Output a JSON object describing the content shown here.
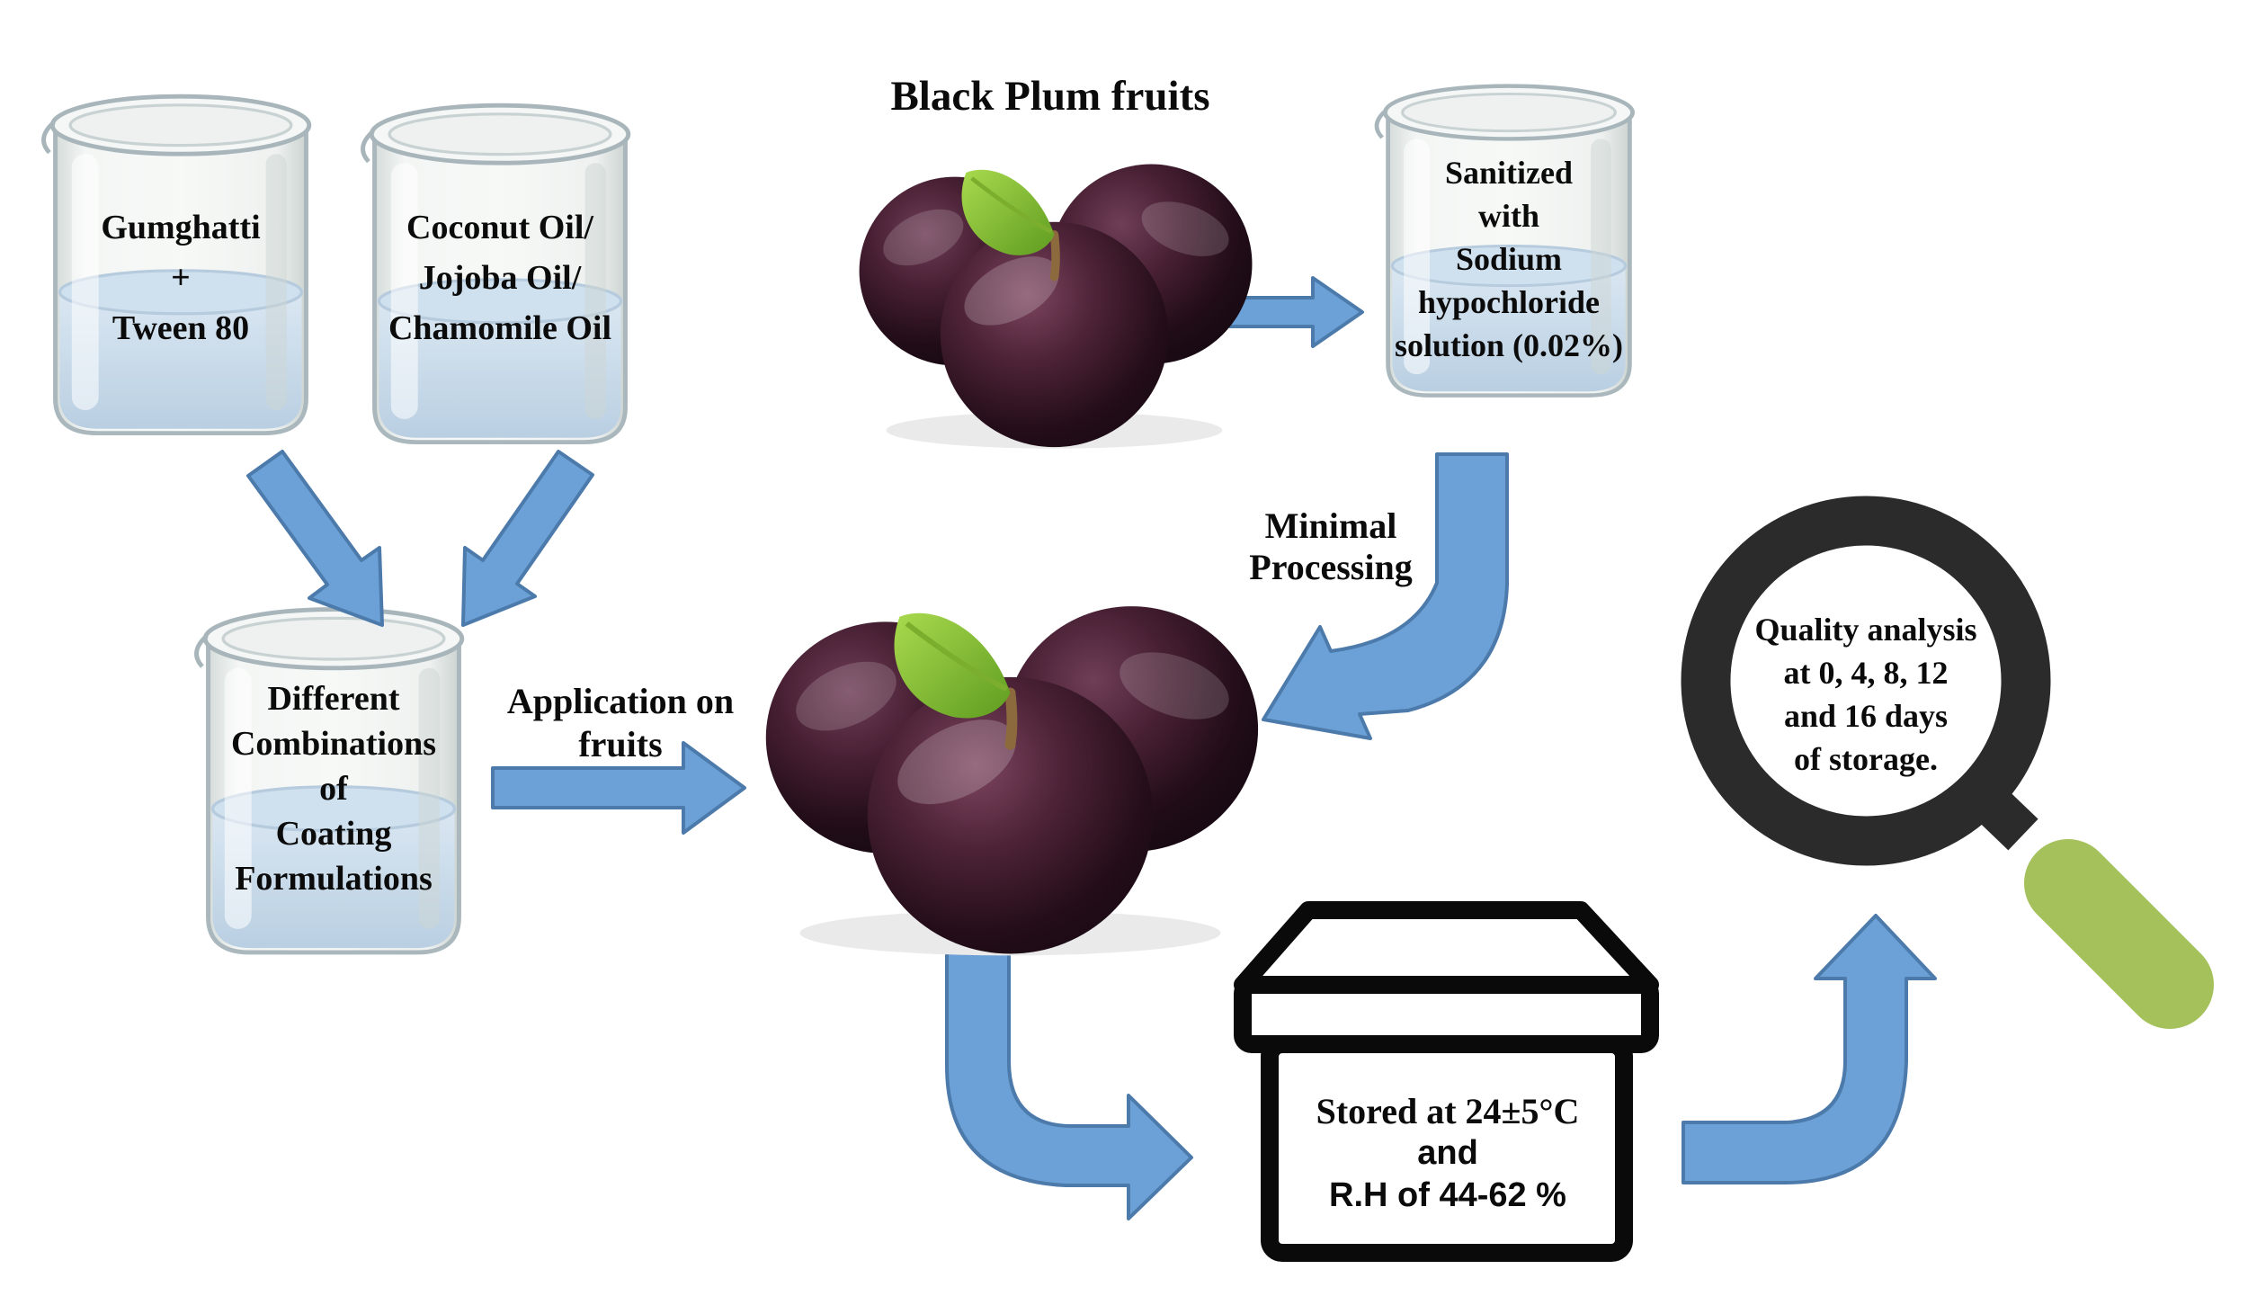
{
  "figure": {
    "title": "Black Plum fruits"
  },
  "beakers": {
    "gum_tween": {
      "lines": [
        "Gumghatti",
        "+",
        "Tween 80"
      ]
    },
    "oils": {
      "lines": [
        "Coconut Oil/",
        "Jojoba Oil/",
        "Chamomile Oil"
      ]
    },
    "formulations": {
      "lines": [
        "Different",
        "Combinations",
        "of",
        "Coating",
        "Formulations"
      ]
    },
    "sanitizer": {
      "lines": [
        "Sanitized",
        "with",
        "Sodium",
        "hypochloride",
        "solution (0.02%)"
      ]
    }
  },
  "arrow_labels": {
    "application": {
      "lines": [
        "Application on",
        "fruits"
      ]
    },
    "minimal_processing": {
      "lines": [
        "Minimal",
        "Processing"
      ]
    }
  },
  "storage_box": {
    "lines": [
      "Stored at 24±5°C",
      "and",
      "R.H of 44-62 %"
    ]
  },
  "magnifier": {
    "lines": [
      "Quality analysis",
      "at  0, 4, 8, 12",
      "and 16 days",
      "of storage."
    ]
  },
  "colors": {
    "arrow_fill": "#6ba1d6",
    "arrow_border": "#4c7aab",
    "magnifier_ring": "#2b2b2b",
    "magnifier_handle": "#a5c15c",
    "icon_black": "#0a0a0a",
    "liquid_blue": "#cfe0ee",
    "background": "#ffffff"
  }
}
